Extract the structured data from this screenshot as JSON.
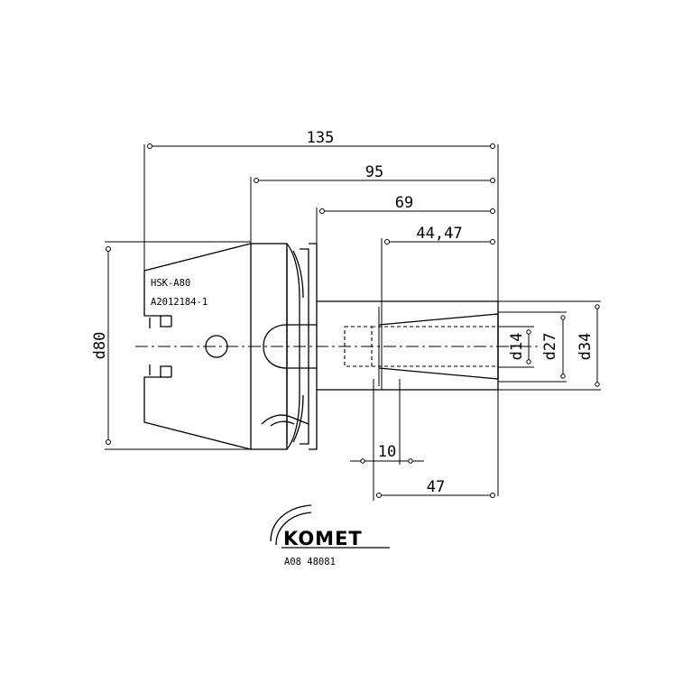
{
  "dimensions": {
    "overall_length": "135",
    "length_95": "95",
    "length_69": "69",
    "length_44": "44,47",
    "length_10": "10",
    "length_47": "47",
    "diameter_80": "d80",
    "diameter_14": "d14",
    "diameter_27": "d27",
    "diameter_34": "d34"
  },
  "labels": {
    "shank_type": "HSK-A80",
    "part_code": "A2012184-1"
  },
  "logo": {
    "brand": "KOMET"
  },
  "order_number": "A08 48081"
}
